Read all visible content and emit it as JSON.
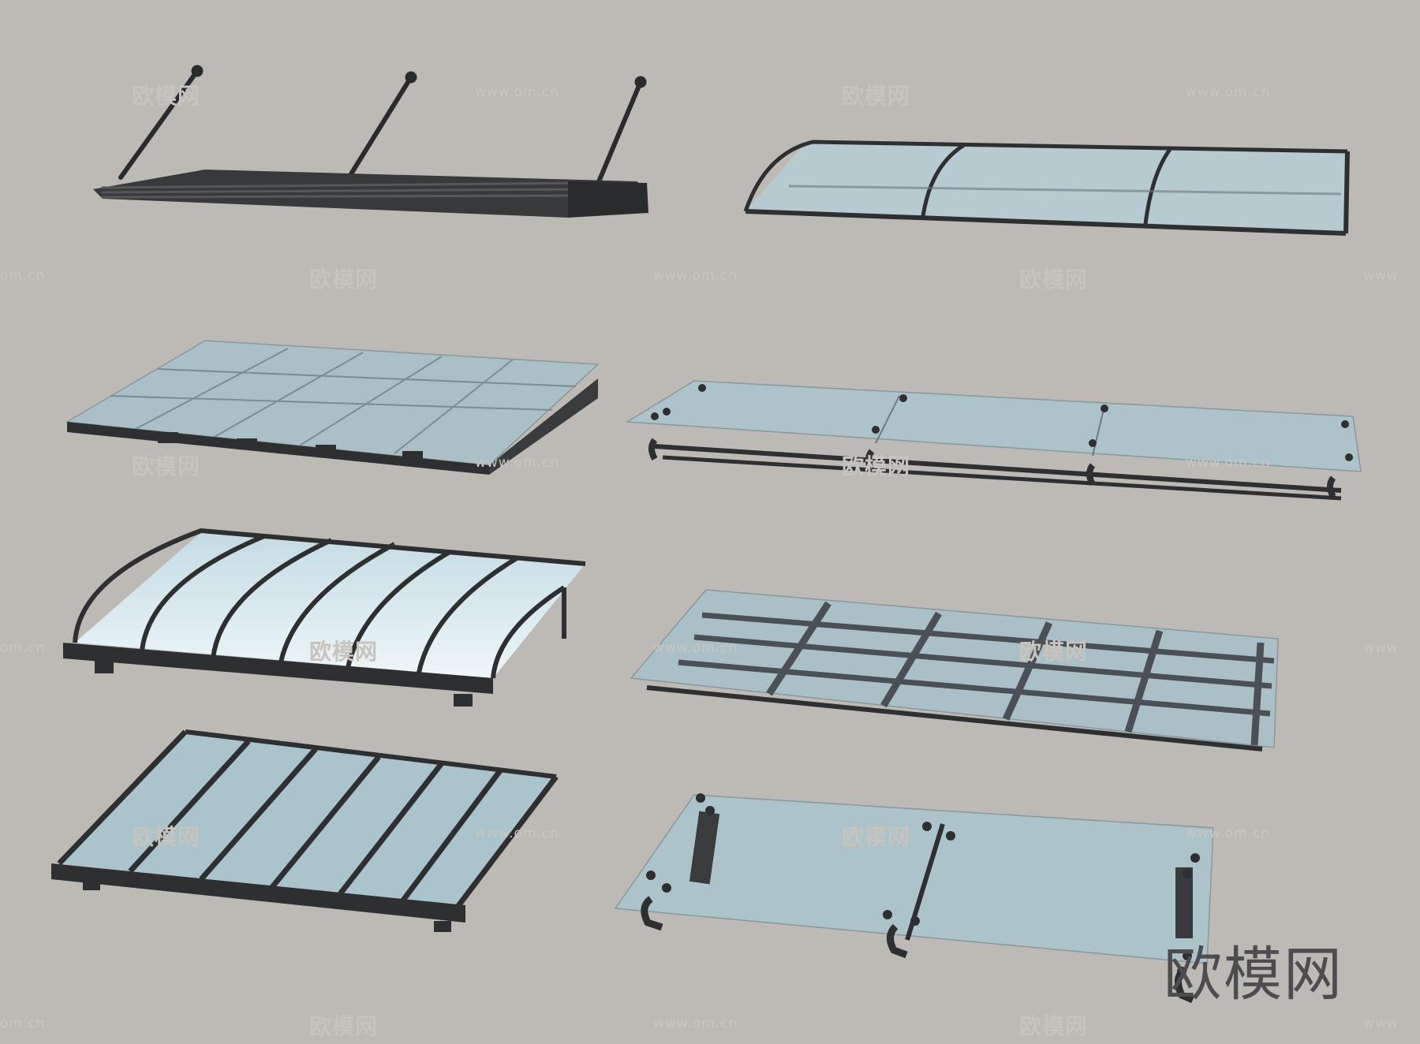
{
  "watermark": {
    "brand": "欧模网",
    "url": "www.om.cn",
    "edge_left": "om.cn",
    "edge_right": "www"
  },
  "logo_text": "欧模网",
  "colors": {
    "background": "#bdbab5",
    "frame": "#2e2f31",
    "glass": "#a9c4cc",
    "glass_light": "#dfeef2"
  }
}
